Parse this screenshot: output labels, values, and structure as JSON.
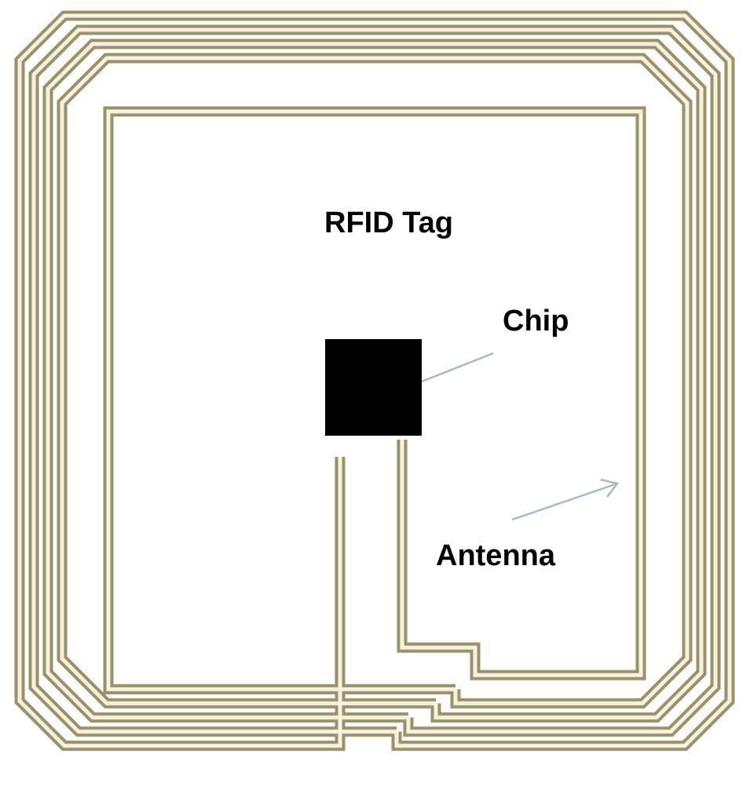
{
  "labels": {
    "title": "RFID Tag",
    "chip": "Chip",
    "antenna": "Antenna"
  },
  "colors": {
    "trace_outline": "#9a916a",
    "trace_fill": "#f6f2e2",
    "chip": "#000000",
    "pointer": "#a9b6c4",
    "background": "#ffffff"
  },
  "antenna": {
    "turns": 5
  }
}
